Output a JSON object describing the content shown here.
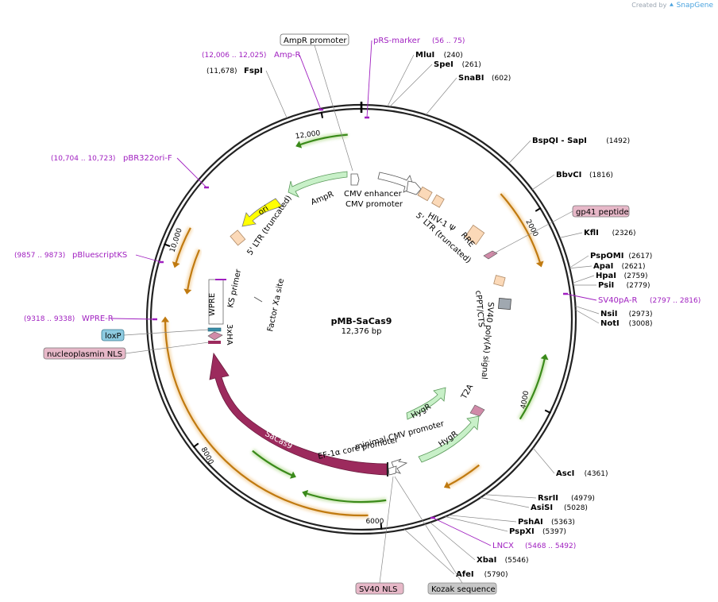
{
  "credit": {
    "prefix": "Created by",
    "brand": "SnapGene"
  },
  "plasmid": {
    "name": "pMB-SaCas9",
    "length": "12,376 bp",
    "total_bp": 12376
  },
  "ticks": [
    {
      "bp": 2000,
      "label": "2000"
    },
    {
      "bp": 4000,
      "label": "4000"
    },
    {
      "bp": 6000,
      "label": "6000"
    },
    {
      "bp": 8000,
      "label": "8000"
    },
    {
      "bp": 10000,
      "label": "10,000"
    },
    {
      "bp": 12000,
      "label": "12,000"
    }
  ],
  "colors": {
    "backbone": "#222222",
    "orf_green": "#7dc242",
    "orf_orange": "#e8a033",
    "ampr_fill": "#c8f0c8",
    "hygr_fill": "#c8f0c8",
    "sacas9": "#9c2a5d",
    "ori": "#ffff00",
    "ltr": "#fbd9b8",
    "promoter": "#ffffff",
    "primer": "#a020c0",
    "loxp": "#8dcae0",
    "nls": "#e7b8c8",
    "kozak": "#c8c8c8"
  },
  "sites": [
    {
      "name": "MluI",
      "pos": "(240)",
      "bp": 240
    },
    {
      "name": "SpeI",
      "pos": "(261)",
      "bp": 261
    },
    {
      "name": "SnaBI",
      "pos": "(602)",
      "bp": 602
    },
    {
      "name": "BspQI  - SapI",
      "pos": "(1492)",
      "bp": 1492
    },
    {
      "name": "BbvCI",
      "pos": "(1816)",
      "bp": 1816
    },
    {
      "name": "KflI",
      "pos": "(2326)",
      "bp": 2326
    },
    {
      "name": "PspOMI",
      "pos": "(2617)",
      "bp": 2617
    },
    {
      "name": "ApaI",
      "pos": "(2621)",
      "bp": 2621
    },
    {
      "name": "HpaI",
      "pos": "(2759)",
      "bp": 2759
    },
    {
      "name": "PsiI",
      "pos": "(2779)",
      "bp": 2779
    },
    {
      "name": "NsiI",
      "pos": "(2973)",
      "bp": 2973
    },
    {
      "name": "NotI",
      "pos": "(3008)",
      "bp": 3008
    },
    {
      "name": "AscI",
      "pos": "(4361)",
      "bp": 4361
    },
    {
      "name": "RsrII",
      "pos": "(4979)",
      "bp": 4979
    },
    {
      "name": "AsiSI",
      "pos": "(5028)",
      "bp": 5028
    },
    {
      "name": "PshAI",
      "pos": "(5363)",
      "bp": 5363
    },
    {
      "name": "PspXI",
      "pos": "(5397)",
      "bp": 5397
    },
    {
      "name": "XbaI",
      "pos": "(5546)",
      "bp": 5546
    },
    {
      "name": "AfeI",
      "pos": "(5790)",
      "bp": 5790
    },
    {
      "name": "FspI",
      "pos": "(11,678)",
      "bp": 11678
    }
  ],
  "primers": [
    {
      "name": "pRS-marker",
      "pos": "(56 .. 75)"
    },
    {
      "name": "Amp-R",
      "pos": "(12,006 .. 12,025)"
    },
    {
      "name": "pBR322ori-F",
      "pos": "(10,704 .. 10,723)"
    },
    {
      "name": "pBluescriptKS",
      "pos": "(9857 .. 9873)"
    },
    {
      "name": "WPRE-R",
      "pos": "(9318 .. 9338)"
    },
    {
      "name": "SV40pA-R",
      "pos": "(2797 .. 2816)"
    },
    {
      "name": "LNCX",
      "pos": "(5468 .. 5492)"
    }
  ],
  "boxed_labels": {
    "ampr_promoter": "AmpR promoter",
    "gp41": "gp41 peptide",
    "loxp": "loxP",
    "nucleoplasmin_nls": "nucleoplasmin NLS",
    "sv40_nls": "SV40 NLS",
    "kozak": "Kozak sequence"
  },
  "features": {
    "ampr": "AmpR",
    "ori": "ori",
    "ltr5_left": "5' LTR (truncated)",
    "cmv_enhancer": "CMV enhancer",
    "cmv_promoter": "CMV promoter",
    "hiv_psi": "HIV-1 Ψ",
    "rre": "RRE",
    "ltr5_right": "5' LTR (truncated)",
    "cppt": "cPPT/CTS",
    "sv40_polya": "SV40 poly(A) signal",
    "t2a": "T2A",
    "hygr_outer": "HygR",
    "hygr_inner": "HygR",
    "min_cmv": "minimal CMV promoter",
    "ef1a": "EF-1α core promoter",
    "sacas9": "SaCas9",
    "threexha": "3xHA",
    "factor_xa": "Factor Xa site",
    "ks_primer": "KS primer",
    "wpre": "WPRE"
  }
}
